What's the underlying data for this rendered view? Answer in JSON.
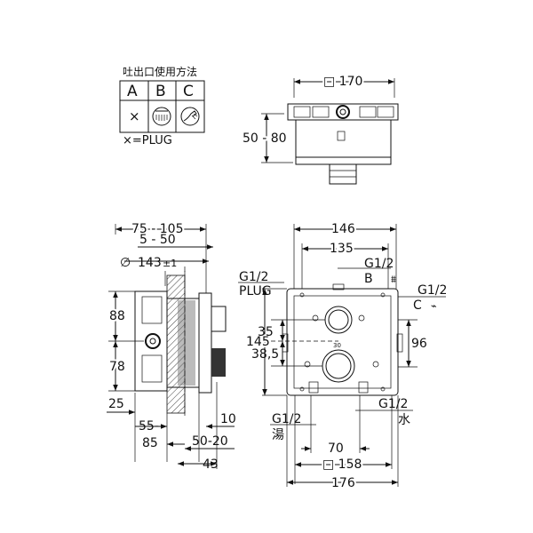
{
  "legend": {
    "title": "吐出口使用方法",
    "headers": [
      "A",
      "B",
      "C"
    ],
    "cell_a": "×",
    "cell_b_icon": "shower-head-icon",
    "cell_c_icon": "hand-shower-icon",
    "note": "×=PLUG"
  },
  "top_view": {
    "width": "□ 170",
    "depth": "50 - 80"
  },
  "side_view": {
    "depth_range": "75 - 105",
    "wall_range": "5 - 50",
    "diameter": "143",
    "diameter_tol": "±1",
    "diameter_symbol": "∅",
    "upper": "88",
    "lower": "78",
    "offset": "25",
    "range_a": "55-",
    "range_a2": "85",
    "range_b": "50-20",
    "ten": "10",
    "bottom": "43"
  },
  "front_view": {
    "width": "146",
    "port_spacing": "135",
    "outlet_b_thread": "G1/2",
    "outlet_b_label": "B",
    "plug_thread": "G1/2",
    "plug_label": "PLUG",
    "outlet_c_thread": "G1/2",
    "outlet_c_label": "C",
    "height": "145",
    "upper_offset": "35",
    "lower_offset": "38,5",
    "right_height": "96",
    "hot_thread": "G1/2",
    "hot_label": "湯",
    "cold_thread": "G1/2",
    "cold_label": "水",
    "center_spacing": "70",
    "plate_width": "□ 158",
    "overall_width": "176"
  }
}
